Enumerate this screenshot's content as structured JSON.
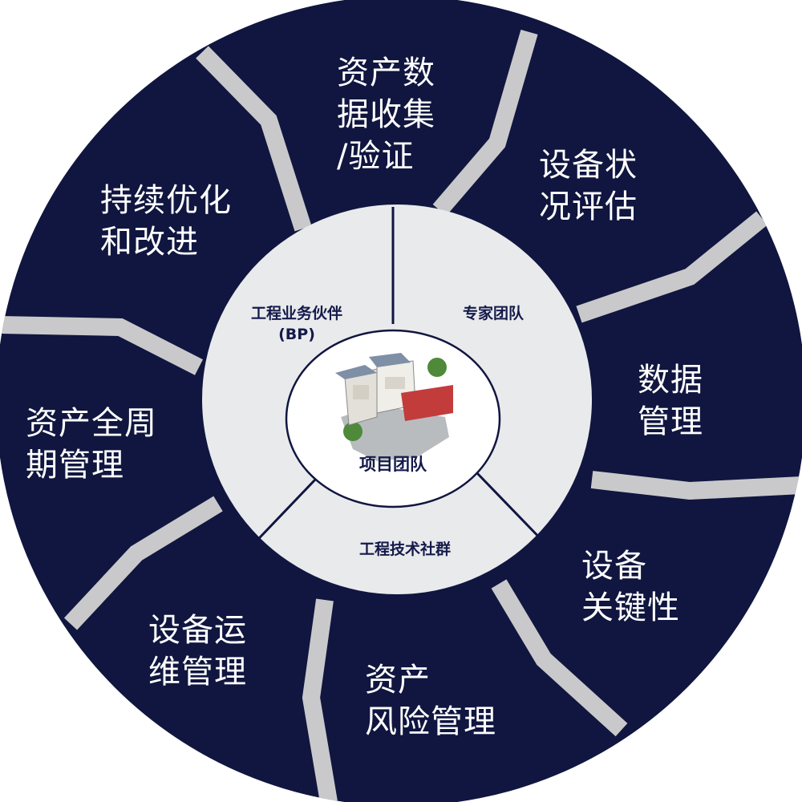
{
  "colors": {
    "navy": "#10163f",
    "band": "#c9c9cb",
    "ring": "#e9eaec",
    "core": "#ffffff",
    "text_dark": "#141a4a"
  },
  "outer_segments": [
    {
      "label": "资产数\n据收集\n/验证"
    },
    {
      "label": "设备状\n况评估"
    },
    {
      "label": "数据\n管理"
    },
    {
      "label": "设备\n关键性"
    },
    {
      "label": "资产\n风险管理"
    },
    {
      "label": "设备运\n维管理"
    },
    {
      "label": "资产全周\n期管理"
    },
    {
      "label": "持续优化\n和改进"
    }
  ],
  "middle_ring": [
    {
      "label": "工程业务伙伴\n(BP)"
    },
    {
      "label": "专家团队"
    },
    {
      "label": "工程技术社群"
    }
  ],
  "core": {
    "label": "项目团队",
    "image": "building-cutaway-illustration"
  }
}
